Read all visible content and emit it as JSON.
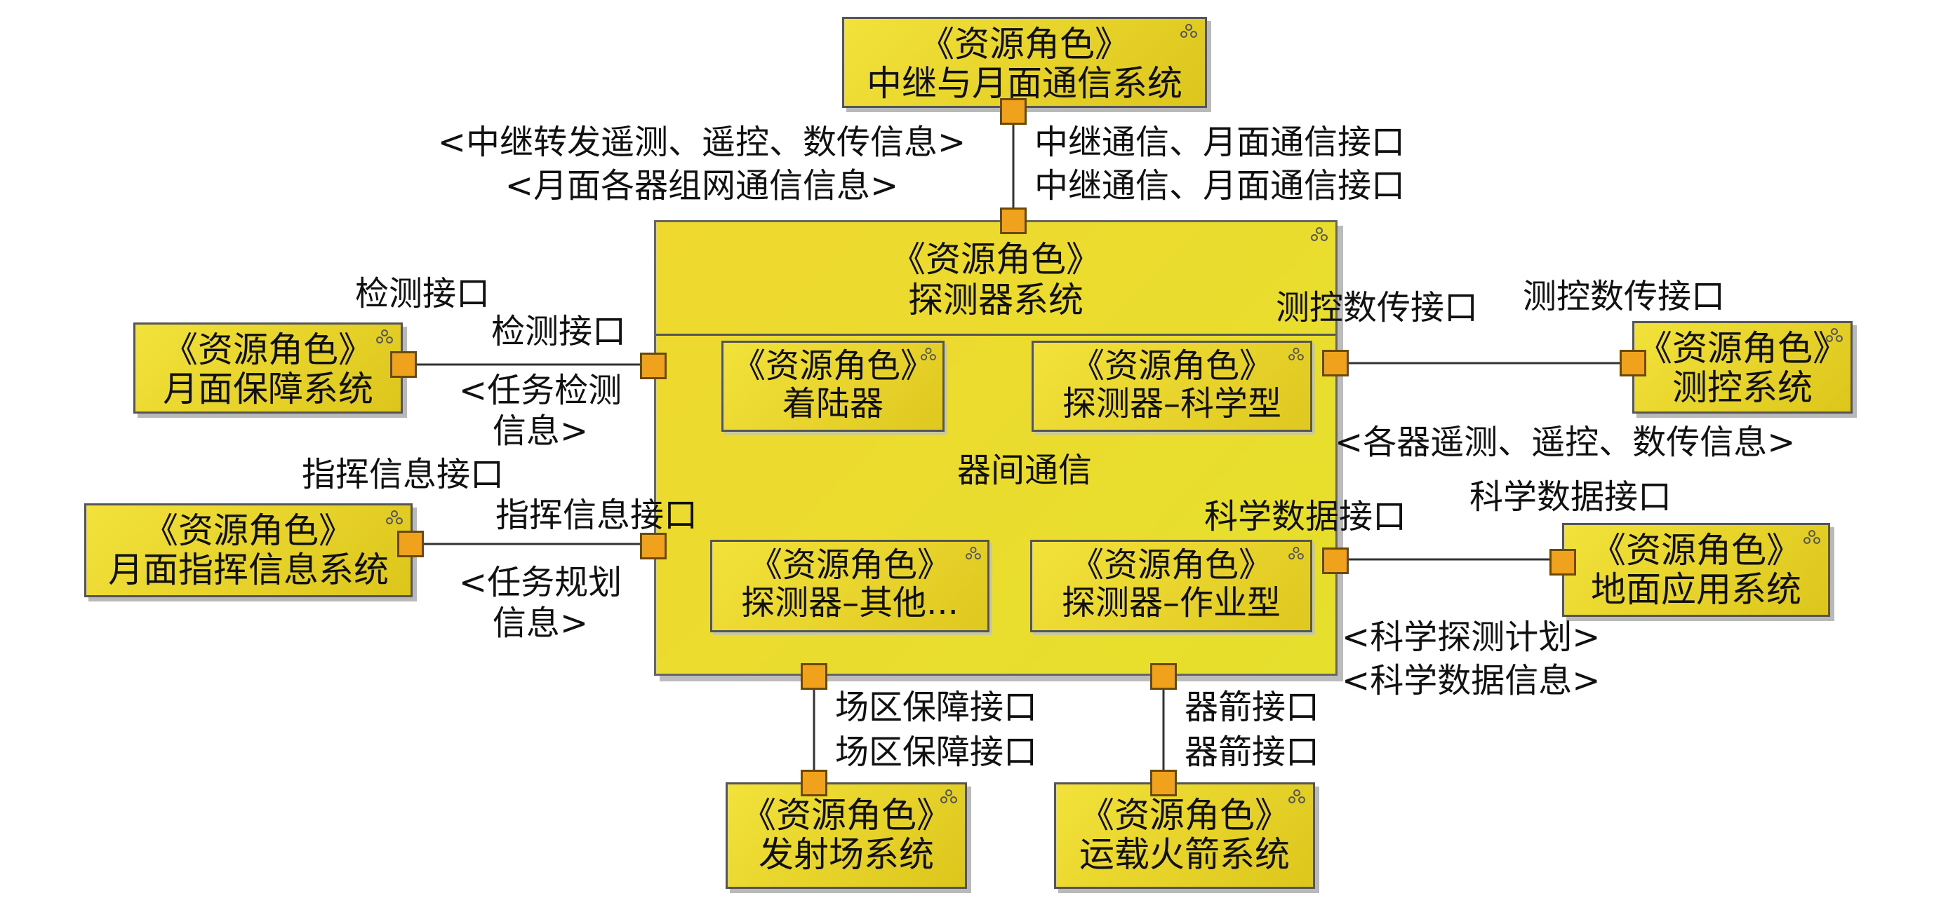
{
  "nodes": {
    "relay": {
      "stereotype": "《资源角色》",
      "name": "中继与月面通信系统"
    },
    "probe": {
      "stereotype": "《资源角色》",
      "name": "探测器系统"
    },
    "surface_support": {
      "stereotype": "《资源角色》",
      "name": "月面保障系统"
    },
    "command": {
      "stereotype": "《资源角色》",
      "name": "月面指挥信息系统"
    },
    "ttc": {
      "stereotype": "《资源角色》",
      "name": "测控系统"
    },
    "ground_app": {
      "stereotype": "《资源角色》",
      "name": "地面应用系统"
    },
    "launch_site": {
      "stereotype": "《资源角色》",
      "name": "发射场系统"
    },
    "rocket": {
      "stereotype": "《资源角色》",
      "name": "运载火箭系统"
    }
  },
  "parts": {
    "lander": {
      "stereotype": "《资源角色》",
      "name": "着陆器"
    },
    "science": {
      "stereotype": "《资源角色》",
      "name": "探测器–科学型"
    },
    "other": {
      "stereotype": "《资源角色》",
      "name": "探测器–其他..."
    },
    "work": {
      "stereotype": "《资源角色》",
      "name": "探测器–作业型"
    }
  },
  "labels": {
    "relay_flow_1": "<中继转发遥测、遥控、数传信息>",
    "relay_flow_2": "<月面各器组网通信信息>",
    "relay_port_outer": "中继通信、月面通信接口",
    "relay_port_inner": "中继通信、月面通信接口",
    "detect_port_outer": "检测接口",
    "detect_port_inner": "检测接口",
    "detect_flow": "<任务检测\n信息>",
    "command_port_outer": "指挥信息接口",
    "command_port_inner": "指挥信息接口",
    "command_flow": "<任务规划\n信息>",
    "ttc_port_inner": "测控数传接口",
    "ttc_port_outer": "测控数传接口",
    "ttc_flow": "<各器遥测、遥控、数传信息>",
    "sci_port_inner": "科学数据接口",
    "sci_port_outer": "科学数据接口",
    "sci_flow_1": "<科学探测计划>",
    "sci_flow_2": "<科学数据信息>",
    "launch_port_inner": "场区保障接口",
    "launch_port_outer": "场区保障接口",
    "rocket_port_inner": "器箭接口",
    "rocket_port_outer": "器箭接口",
    "inter_comm": "器间通信"
  },
  "colors": {
    "box_fill": "#e6d22a",
    "port_fill": "#f0a21c",
    "border": "#555555"
  }
}
